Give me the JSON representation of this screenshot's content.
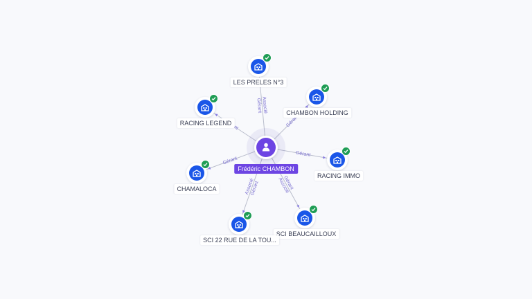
{
  "center": {
    "name": "Frédéric CHAMBON",
    "icon": "person-icon",
    "color": "#6d45e3"
  },
  "company_icon": "building-icon",
  "verified_icon": "check-badge-icon",
  "colors": {
    "company": "#1a56e8",
    "verified": "#1f9d55",
    "edge_label": "#7a6fd0"
  },
  "nodes": [
    {
      "id": "les-preles",
      "name": "LES PRELES N°3",
      "roles": [
        "Gérant",
        "Associé"
      ]
    },
    {
      "id": "chambon-holding",
      "name": "CHAMBON HOLDING",
      "roles": [
        "Gérant"
      ]
    },
    {
      "id": "racing-immo",
      "name": "RACING IMMO",
      "roles": [
        "Gérant"
      ]
    },
    {
      "id": "sci-beaucailloux",
      "name": "SCI BEAUCAILLOUX",
      "roles": [
        "Gérant",
        "Associé"
      ]
    },
    {
      "id": "sci-22-rue",
      "name": "SCI 22 RUE DE LA TOU...",
      "roles": [
        "Gérant",
        "Associé"
      ]
    },
    {
      "id": "chamaloca",
      "name": "CHAMALOCA",
      "roles": [
        "Gérant"
      ]
    },
    {
      "id": "racing-legend",
      "name": "RACING LEGEND",
      "roles": [
        "rant"
      ]
    }
  ]
}
